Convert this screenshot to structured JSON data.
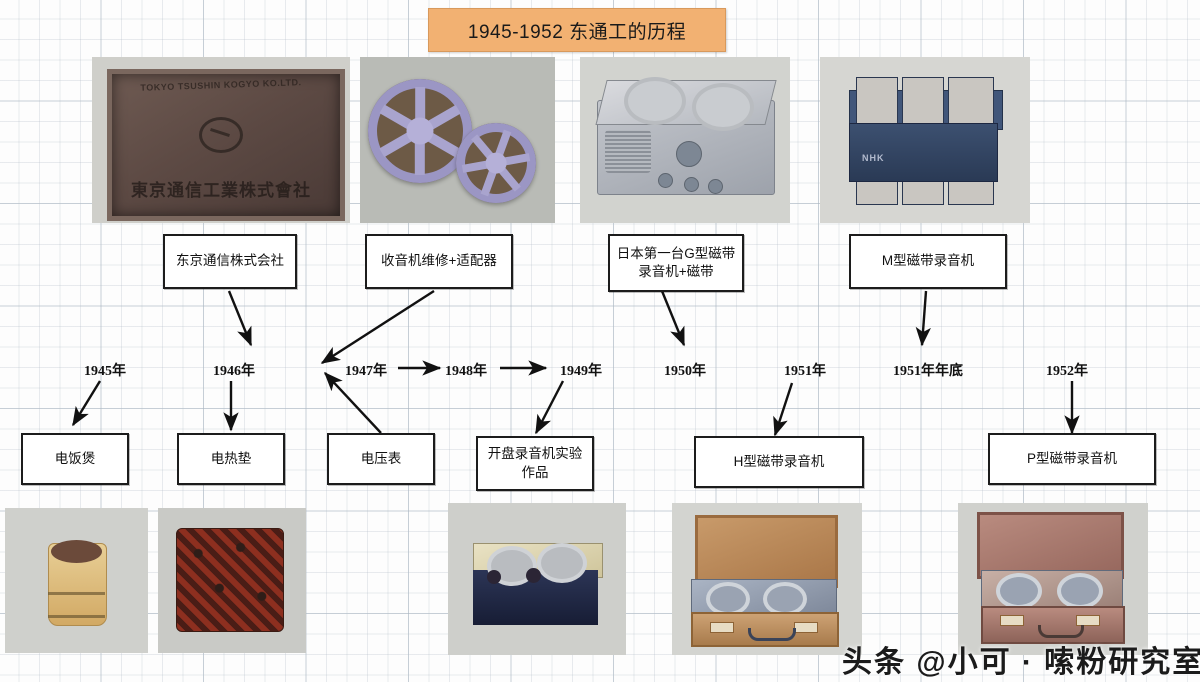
{
  "title": {
    "text": "1945-1952 东通工的历程"
  },
  "upper_nodes": [
    {
      "id": "tokyo-tsushin",
      "label": "东京通信株式会社"
    },
    {
      "id": "radio-repair",
      "label": "收音机维修+适配器"
    },
    {
      "id": "g-type",
      "label": "日本第一台G型磁带录音机+磁带"
    },
    {
      "id": "m-type",
      "label": "M型磁带录音机"
    }
  ],
  "years": [
    {
      "id": "1945",
      "label": "1945年"
    },
    {
      "id": "1946",
      "label": "1946年"
    },
    {
      "id": "1947",
      "label": "1947年"
    },
    {
      "id": "1948",
      "label": "1948年"
    },
    {
      "id": "1949",
      "label": "1949年"
    },
    {
      "id": "1950",
      "label": "1950年"
    },
    {
      "id": "1951",
      "label": "1951年"
    },
    {
      "id": "1951-end",
      "label": "1951年年底"
    },
    {
      "id": "1952",
      "label": "1952年"
    }
  ],
  "lower_nodes": [
    {
      "id": "rice-cooker",
      "label": "电饭煲"
    },
    {
      "id": "heating-pad",
      "label": "电热垫"
    },
    {
      "id": "voltmeter",
      "label": "电压表"
    },
    {
      "id": "open-reel",
      "label": "开盘录音机实验作品"
    },
    {
      "id": "h-type",
      "label": "H型磁带录音机"
    },
    {
      "id": "p-type",
      "label": "P型磁带录音机"
    }
  ],
  "photos": {
    "plaque": {
      "arc_text": "TOKYO TSUSHIN KOGYO KO.LTD.",
      "jp_text": "東京通信工業株式會社"
    },
    "m_recorder": {
      "brand_text": "NHK"
    }
  },
  "watermark": {
    "text": "头条 @小可 · 嗦粉研究室"
  },
  "colors": {
    "title_fill": "#f2b172",
    "title_border": "#d8995c",
    "box_border": "#1c1c1c",
    "grid_line": "#b4bec8",
    "arrow": "#111111"
  }
}
